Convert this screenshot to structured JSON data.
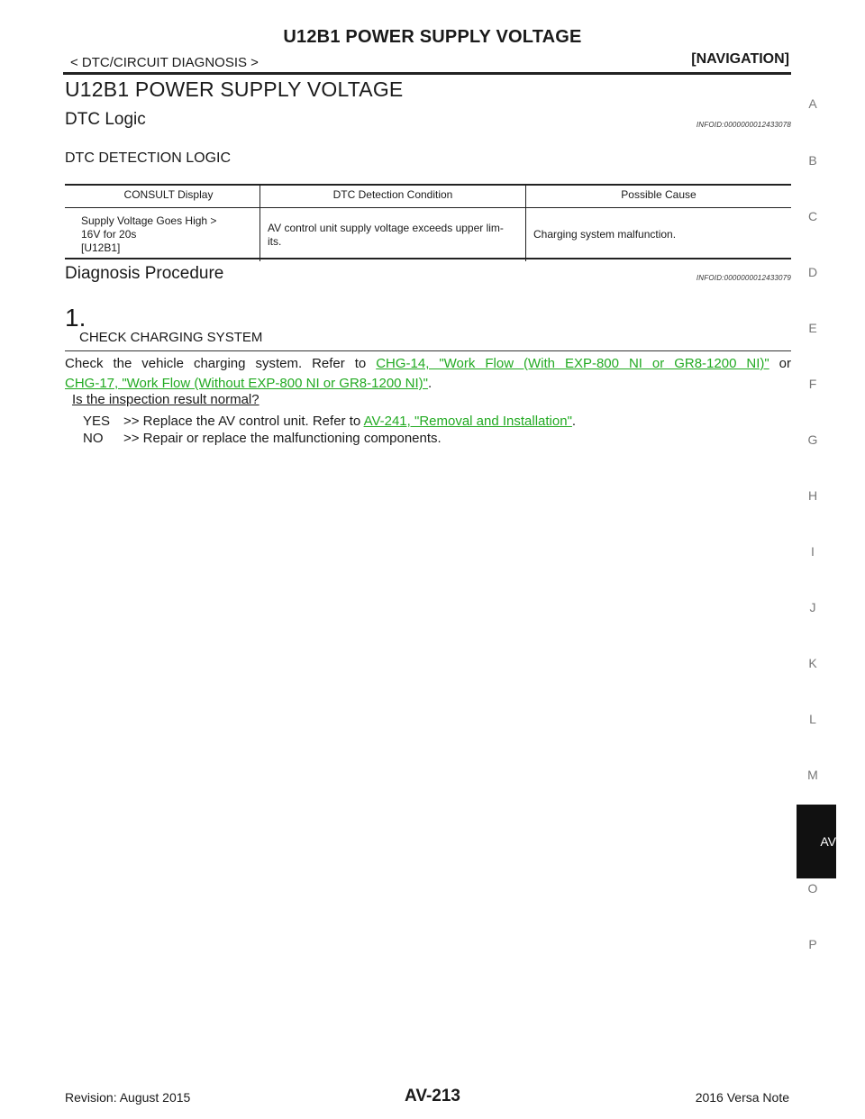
{
  "header": {
    "title": "U12B1 POWER SUPPLY VOLTAGE",
    "breadcrumb": "< DTC/CIRCUIT DIAGNOSIS >",
    "section": "[NAVIGATION]"
  },
  "main_title": "U12B1 POWER SUPPLY VOLTAGE",
  "dtc_logic": {
    "heading": "DTC Logic",
    "infoid": "INFOID:0000000012433078",
    "detection_label": "DTC DETECTION LOGIC",
    "table": {
      "headers": [
        "CONSULT Display",
        "DTC Detection Condition",
        "Possible Cause"
      ],
      "row": {
        "display_lines": [
          "Supply Voltage Goes High >",
          "16V for 20s",
          "[U12B1]"
        ],
        "condition_lines": [
          "AV control unit supply voltage exceeds upper lim-",
          "its."
        ],
        "cause": "Charging system malfunction."
      }
    }
  },
  "diagnosis": {
    "heading": "Diagnosis Procedure",
    "infoid": "INFOID:0000000012433079",
    "step": {
      "number": "1.",
      "title": "CHECK CHARGING SYSTEM",
      "text_pre": "Check the vehicle charging system. Refer to ",
      "link1": "CHG-14, \"Work Flow (With EXP-800 NI or GR8-1200 NI)\"",
      "text_mid": " or",
      "link2": "CHG-17, \"Work Flow (Without EXP-800 NI or GR8-1200 NI)\"",
      "text_post": ".",
      "question": "Is the inspection result normal?",
      "yes_key": "YES",
      "yes_text": ">> Replace the AV control unit. Refer to ",
      "yes_link": "AV-241, \"Removal and Installation\"",
      "yes_end": ".",
      "no_key": "NO",
      "no_text": ">> Repair or replace the malfunctioning components."
    }
  },
  "index_letters": [
    "A",
    "B",
    "C",
    "D",
    "E",
    "F",
    "G",
    "H",
    "I",
    "J",
    "K",
    "L",
    "M",
    "AV",
    "O",
    "P"
  ],
  "footer": {
    "revision": "Revision: August 2015",
    "page": "AV-213",
    "model": "2016 Versa Note"
  },
  "colors": {
    "link": "#22aa22",
    "active_tab_bg": "#111111"
  }
}
